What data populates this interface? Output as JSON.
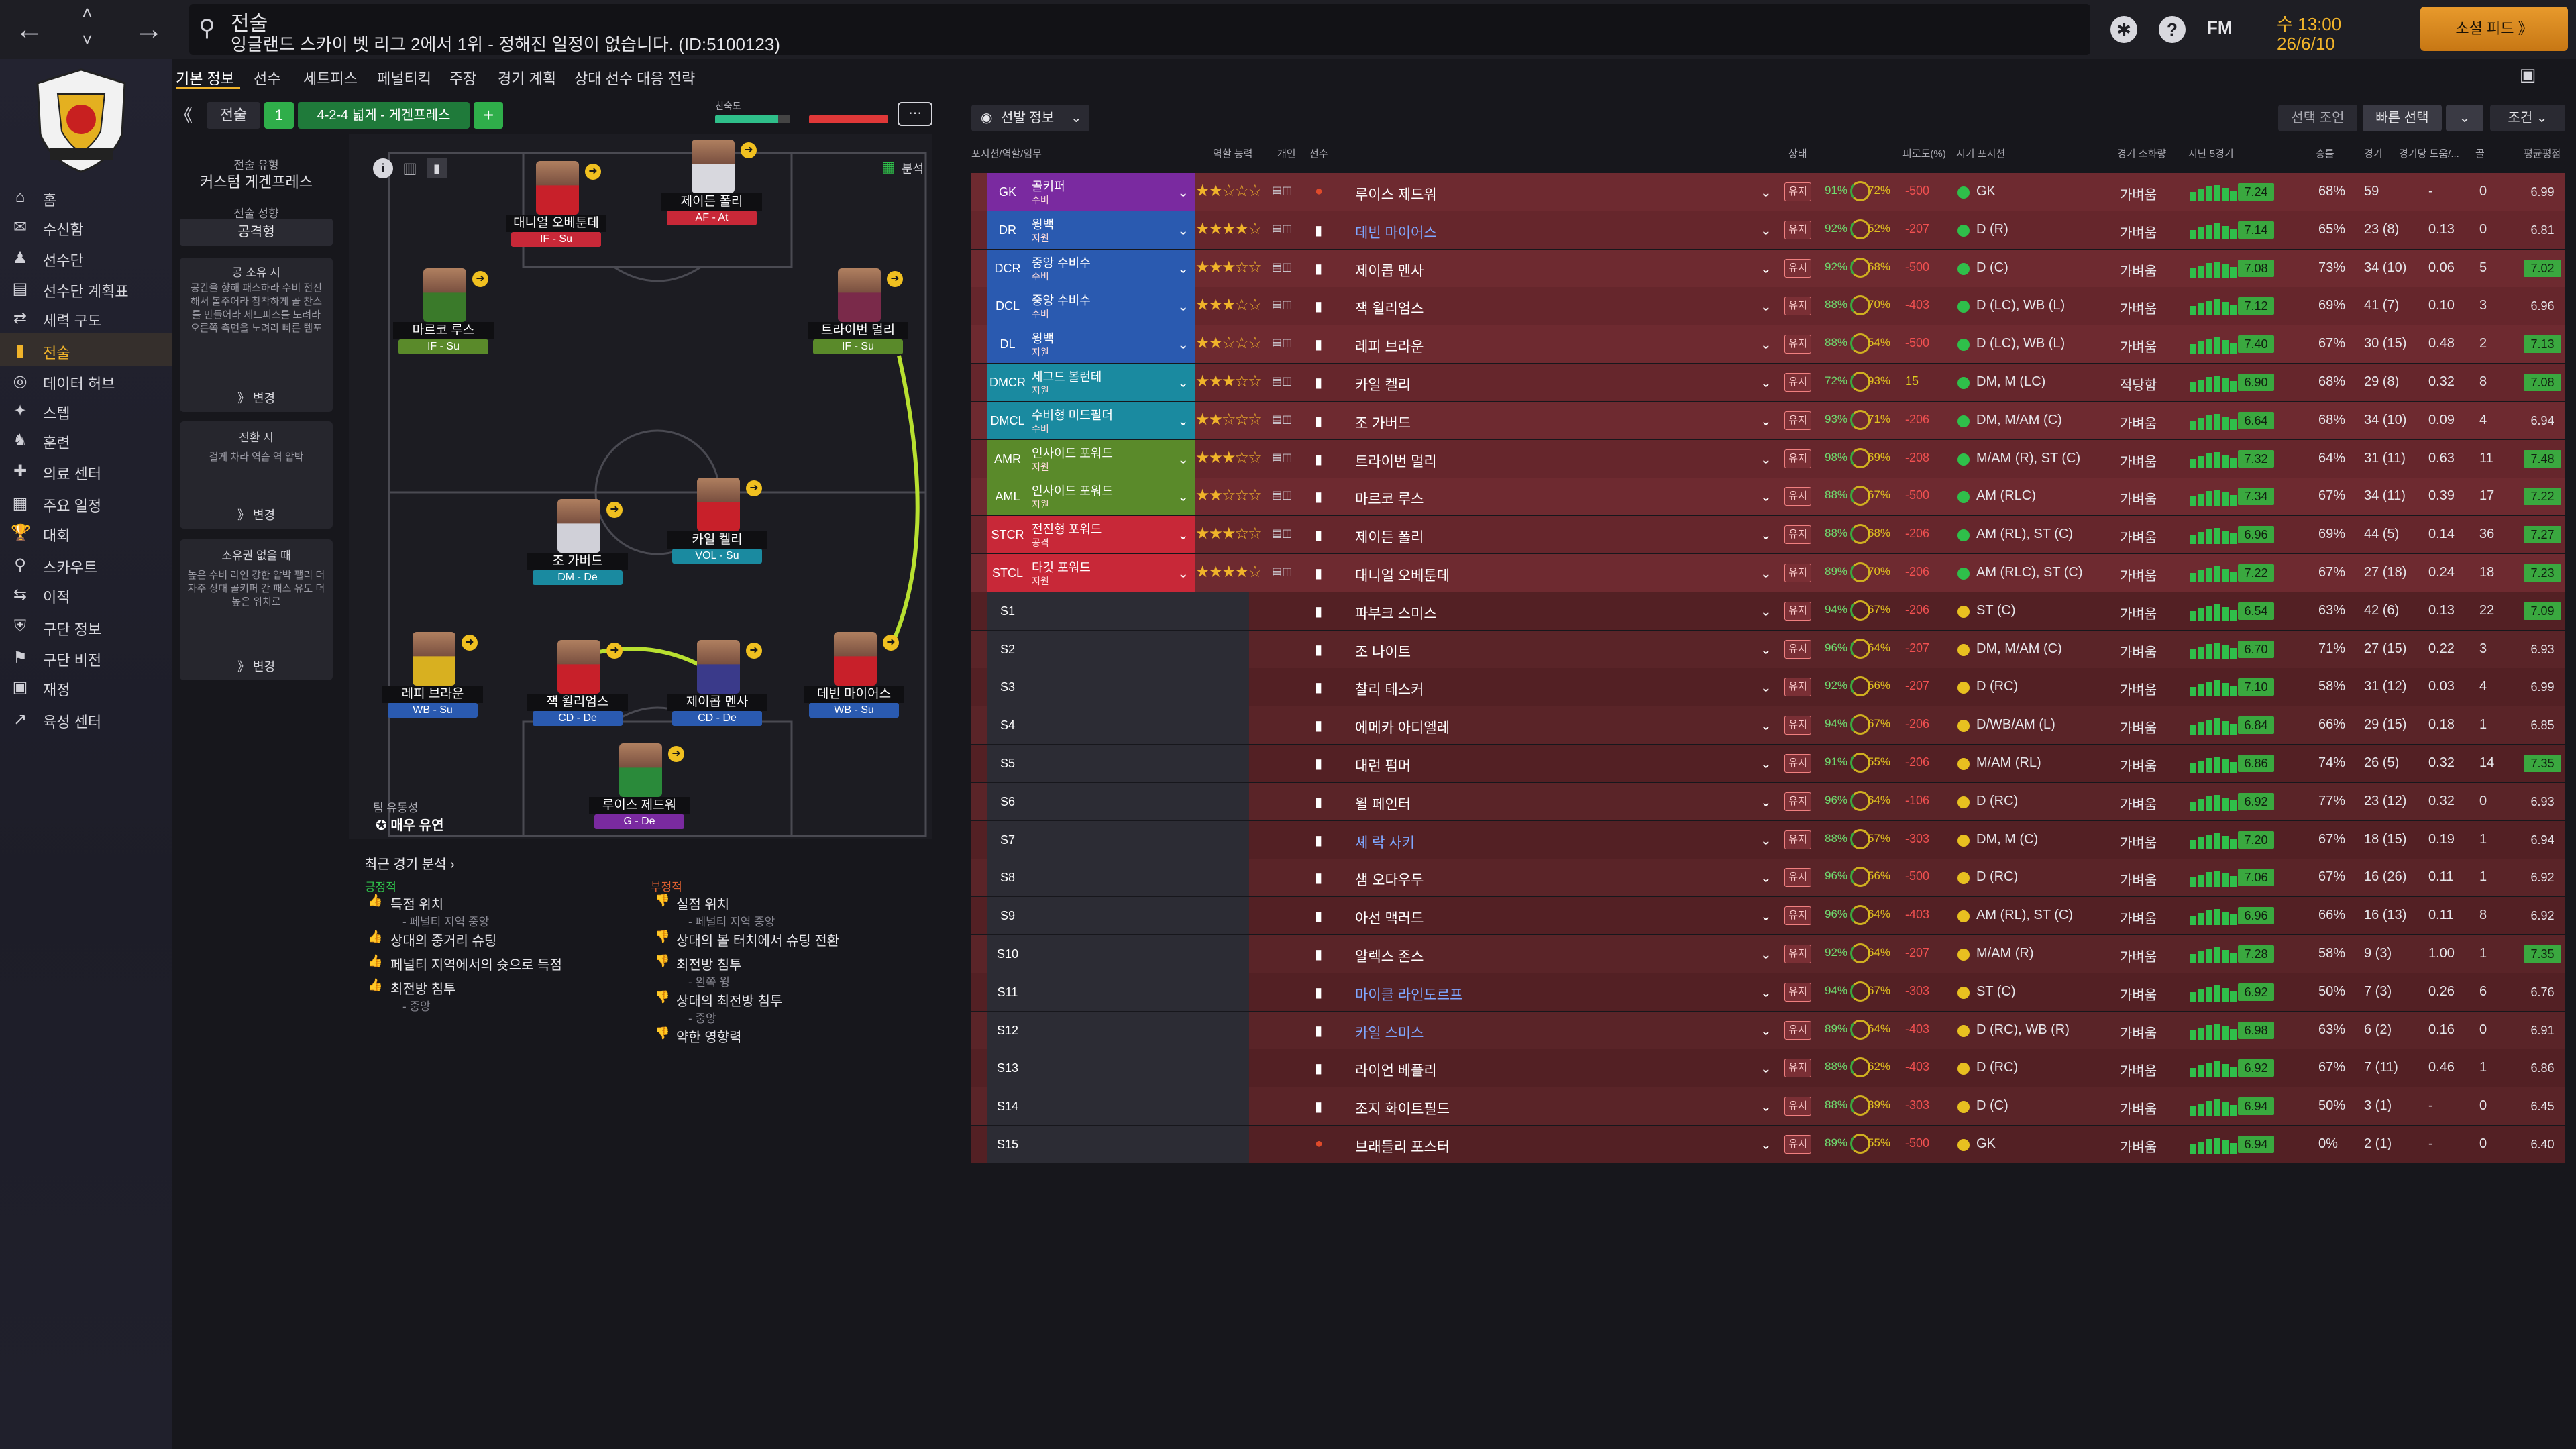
{
  "header": {
    "title": "전술",
    "subtitle": "잉글랜드 스카이 벳 리그 2에서 1위 - 정해진 일정이 없습니다. (ID:5100123)",
    "fm_logo": "FM",
    "time": "수 13:00",
    "date": "26/6/10",
    "continue_label": "소셜 피드 》"
  },
  "sidebar": {
    "items": [
      {
        "label": "홈",
        "icon": "home-icon"
      },
      {
        "label": "수신함",
        "icon": "inbox-icon"
      },
      {
        "label": "선수단",
        "icon": "squad-icon"
      },
      {
        "label": "선수단 계획표",
        "icon": "squad-plan-icon"
      },
      {
        "label": "세력 구도",
        "icon": "dynamics-icon"
      },
      {
        "label": "전술",
        "icon": "tactics-icon"
      },
      {
        "label": "데이터 허브",
        "icon": "data-hub-icon"
      },
      {
        "label": "스텝",
        "icon": "staff-icon"
      },
      {
        "label": "훈련",
        "icon": "training-icon"
      },
      {
        "label": "의료 센터",
        "icon": "medical-icon"
      },
      {
        "label": "주요 일정",
        "icon": "schedule-icon"
      },
      {
        "label": "대회",
        "icon": "competitions-icon"
      },
      {
        "label": "스카우트",
        "icon": "scouting-icon"
      },
      {
        "label": "이적",
        "icon": "transfers-icon"
      },
      {
        "label": "구단 정보",
        "icon": "club-info-icon"
      },
      {
        "label": "구단 비전",
        "icon": "club-vision-icon"
      },
      {
        "label": "재정",
        "icon": "finances-icon"
      },
      {
        "label": "육성 센터",
        "icon": "development-icon"
      }
    ]
  },
  "tabs": [
    "기본 정보",
    "선수",
    "세트피스",
    "페널티킥",
    "주장",
    "경기 계획",
    "상대 선수 대응 전략"
  ],
  "tactic_bar": {
    "back": "《",
    "label": "전술",
    "slot": "1",
    "formation": "4-2-4 넓게 - 게겐프레스",
    "add": "+",
    "familiarity_label": "친숙도",
    "analysis_label": "분석"
  },
  "left_panel": {
    "style_label": "전술 유형",
    "style_value": "커스텀 게겐프레스",
    "mentality_label": "전술 성향",
    "mentality_value": "공격형",
    "in_possession_title": "공 소유 시",
    "in_possession_body": "공간을 향해 패스하라 수비 전진해서 볼주어라 참착하게 골 찬스를 만들어라 세트피스를 노려라 오른쪽 측면을 노려라 빠른 템포",
    "in_transition_title": "전환 시",
    "in_transition_body": "걸게 차라 역습 역 압박",
    "out_possession_title": "소유권 없을 때",
    "out_possession_body": "높은 수비 라인 강한 압박 팰리 더 자주 상대 골키퍼 간 패스 유도 더 높은 위치로",
    "change_label": "》 변경",
    "team_fluidity_label": "팀 유동성",
    "team_fluidity_value": "매우 유연"
  },
  "players": [
    {
      "name": "대니얼 오베툰데",
      "role": "IF - Su",
      "role_color": "#c82838"
    },
    {
      "name": "제이든 폴리",
      "role": "AF - At",
      "role_color": "#c82838"
    },
    {
      "name": "마르코 루스",
      "role": "IF - Su",
      "role_color": "#5a8a2a"
    },
    {
      "name": "트라이번 멀리",
      "role": "IF - Su",
      "role_color": "#5a8a2a"
    },
    {
      "name": "조 가버드",
      "role": "DM - De",
      "role_color": "#1a8aa0"
    },
    {
      "name": "카일 켈리",
      "role": "VOL - Su",
      "role_color": "#1a8aa0"
    },
    {
      "name": "레피 브라운",
      "role": "WB - Su",
      "role_color": "#2a5ab0"
    },
    {
      "name": "잭 윌리엄스",
      "role": "CD - De",
      "role_color": "#2a5ab0"
    },
    {
      "name": "제이콥 멘사",
      "role": "CD - De",
      "role_color": "#2a5ab0"
    },
    {
      "name": "데빈 마이어스",
      "role": "WB - Su",
      "role_color": "#2a5ab0"
    },
    {
      "name": "루이스 제드워",
      "role": "G - De",
      "role_color": "#7a2aa0"
    }
  ],
  "analysis": {
    "title": "최근 경기 분석 ›",
    "positive_title": "긍정적",
    "negative_title": "부정적",
    "positives": [
      {
        "label": "득점 위치",
        "sub": "- 페널티 지역 중앙"
      },
      {
        "label": "상대의 중거리 슈팅",
        "sub": ""
      },
      {
        "label": "페널티 지역에서의 슛으로 득점",
        "sub": ""
      },
      {
        "label": "최전방 침투",
        "sub": "- 중앙"
      }
    ],
    "negatives": [
      {
        "label": "실점 위치",
        "sub": "- 페널티 지역 중앙"
      },
      {
        "label": "상대의 볼 터치에서 슈팅 전환",
        "sub": ""
      },
      {
        "label": "최전방 침투",
        "sub": "- 왼쪽 윙"
      },
      {
        "label": "상대의 최전방 침투",
        "sub": "- 중앙"
      },
      {
        "label": "약한 영향력",
        "sub": ""
      }
    ]
  },
  "table": {
    "selection_label": "선발 정보",
    "filter_btn1": "선택 조언",
    "filter_btn2": "빠른 선택",
    "filter_btn3": "조건",
    "headers": [
      "포지션/역할/임무",
      "역할 능력",
      "개인",
      "선수",
      "상태",
      "피로도(%)",
      "시기 포지션",
      "경기 소화량",
      "지난 5경기",
      "승률",
      "경기",
      "경기당 도움/...",
      "골",
      "평균평점"
    ],
    "rows": [
      {
        "pos": "GK",
        "role": "골키퍼",
        "duty": "수비",
        "color": "#7a2aa0",
        "stars": "★★☆☆☆",
        "name": "루이스 제드워",
        "link": false,
        "cond": "91%",
        "fit": "72%",
        "morale": "-500",
        "position": "GK",
        "dot": "green",
        "load": "가벼움",
        "rating": "7.24",
        "win": "68%",
        "apps": "59",
        "ast": "-",
        "goals": "0",
        "avg": "6.99"
      },
      {
        "pos": "DR",
        "role": "윙백",
        "duty": "지원",
        "color": "#2a5ab0",
        "stars": "★★★★☆",
        "name": "데빈 마이어스",
        "link": true,
        "cond": "92%",
        "fit": "52%",
        "morale": "-207",
        "position": "D (R)",
        "dot": "green",
        "load": "가벼움",
        "rating": "7.14",
        "win": "65%",
        "apps": "23 (8)",
        "ast": "0.13",
        "goals": "0",
        "avg": "6.81"
      },
      {
        "pos": "DCR",
        "role": "중앙 수비수",
        "duty": "수비",
        "color": "#2a5ab0",
        "stars": "★★★☆☆",
        "name": "제이콥 멘사",
        "link": false,
        "cond": "92%",
        "fit": "68%",
        "morale": "-500",
        "position": "D (C)",
        "dot": "green",
        "load": "가벼움",
        "rating": "7.08",
        "win": "73%",
        "apps": "34 (10)",
        "ast": "0.06",
        "goals": "5",
        "avg": "7.02"
      },
      {
        "pos": "DCL",
        "role": "중앙 수비수",
        "duty": "수비",
        "color": "#2a5ab0",
        "stars": "★★★☆☆",
        "name": "잭 윌리엄스",
        "link": false,
        "cond": "88%",
        "fit": "70%",
        "morale": "-403",
        "position": "D (LC), WB (L)",
        "dot": "green",
        "load": "가벼움",
        "rating": "7.12",
        "win": "69%",
        "apps": "41 (7)",
        "ast": "0.10",
        "goals": "3",
        "avg": "6.96"
      },
      {
        "pos": "DL",
        "role": "윙백",
        "duty": "지원",
        "color": "#2a5ab0",
        "stars": "★★☆☆☆",
        "name": "레피 브라운",
        "link": false,
        "cond": "88%",
        "fit": "54%",
        "morale": "-500",
        "position": "D (LC), WB (L)",
        "dot": "green",
        "load": "가벼움",
        "rating": "7.40",
        "win": "67%",
        "apps": "30 (15)",
        "ast": "0.48",
        "goals": "2",
        "avg": "7.13"
      },
      {
        "pos": "DMCR",
        "role": "세그드 볼런테",
        "duty": "지원",
        "color": "#1a8aa0",
        "stars": "★★★☆☆",
        "name": "카일 켈리",
        "link": false,
        "cond": "72%",
        "fit": "93%",
        "morale": "15",
        "position": "DM, M (LC)",
        "dot": "green",
        "load": "적당함",
        "rating": "6.90",
        "win": "68%",
        "apps": "29 (8)",
        "ast": "0.32",
        "goals": "8",
        "avg": "7.08"
      },
      {
        "pos": "DMCL",
        "role": "수비형 미드필더",
        "duty": "수비",
        "color": "#1a8aa0",
        "stars": "★★☆☆☆",
        "name": "조 가버드",
        "link": false,
        "cond": "93%",
        "fit": "71%",
        "morale": "-206",
        "position": "DM, M/AM (C)",
        "dot": "green",
        "load": "가벼움",
        "rating": "6.64",
        "win": "68%",
        "apps": "34 (10)",
        "ast": "0.09",
        "goals": "4",
        "avg": "6.94"
      },
      {
        "pos": "AMR",
        "role": "인사이드 포워드",
        "duty": "지원",
        "color": "#5a8a2a",
        "stars": "★★★☆☆",
        "name": "트라이번 멀리",
        "link": false,
        "cond": "98%",
        "fit": "69%",
        "morale": "-208",
        "position": "M/AM (R), ST (C)",
        "dot": "green",
        "load": "가벼움",
        "rating": "7.32",
        "win": "64%",
        "apps": "31 (11)",
        "ast": "0.63",
        "goals": "11",
        "avg": "7.48"
      },
      {
        "pos": "AML",
        "role": "인사이드 포워드",
        "duty": "지원",
        "color": "#5a8a2a",
        "stars": "★★☆☆☆",
        "name": "마르코 루스",
        "link": false,
        "cond": "88%",
        "fit": "67%",
        "morale": "-500",
        "position": "AM (RLC)",
        "dot": "green",
        "load": "가벼움",
        "rating": "7.34",
        "win": "67%",
        "apps": "34 (11)",
        "ast": "0.39",
        "goals": "17",
        "avg": "7.22"
      },
      {
        "pos": "STCR",
        "role": "전진형 포워드",
        "duty": "공격",
        "color": "#c82838",
        "stars": "★★★☆☆",
        "name": "제이든 폴리",
        "link": false,
        "cond": "88%",
        "fit": "68%",
        "morale": "-206",
        "position": "AM (RL), ST (C)",
        "dot": "green",
        "load": "가벼움",
        "rating": "6.96",
        "win": "69%",
        "apps": "44 (5)",
        "ast": "0.14",
        "goals": "36",
        "avg": "7.27"
      },
      {
        "pos": "STCL",
        "role": "타깃 포워드",
        "duty": "지원",
        "color": "#c82838",
        "stars": "★★★★☆",
        "name": "대니얼 오베툰데",
        "link": false,
        "cond": "89%",
        "fit": "70%",
        "morale": "-206",
        "position": "AM (RLC), ST (C)",
        "dot": "green",
        "load": "가벼움",
        "rating": "7.22",
        "win": "67%",
        "apps": "27 (18)",
        "ast": "0.24",
        "goals": "18",
        "avg": "7.23"
      },
      {
        "pos": "S1",
        "role": "",
        "duty": "",
        "color": "",
        "stars": "",
        "name": "파부크 스미스",
        "link": false,
        "cond": "94%",
        "fit": "67%",
        "morale": "-206",
        "position": "ST (C)",
        "dot": "yellow",
        "load": "가벼움",
        "rating": "6.54",
        "win": "63%",
        "apps": "42 (6)",
        "ast": "0.13",
        "goals": "22",
        "avg": "7.09"
      },
      {
        "pos": "S2",
        "role": "",
        "duty": "",
        "color": "",
        "stars": "",
        "name": "조 나이트",
        "link": false,
        "cond": "96%",
        "fit": "64%",
        "morale": "-207",
        "position": "DM, M/AM (C)",
        "dot": "yellow",
        "load": "가벼움",
        "rating": "6.70",
        "win": "71%",
        "apps": "27 (15)",
        "ast": "0.22",
        "goals": "3",
        "avg": "6.93"
      },
      {
        "pos": "S3",
        "role": "",
        "duty": "",
        "color": "",
        "stars": "",
        "name": "찰리 테스커",
        "link": false,
        "cond": "92%",
        "fit": "56%",
        "morale": "-207",
        "position": "D (RC)",
        "dot": "yellow",
        "load": "가벼움",
        "rating": "7.10",
        "win": "58%",
        "apps": "31 (12)",
        "ast": "0.03",
        "goals": "4",
        "avg": "6.99"
      },
      {
        "pos": "S4",
        "role": "",
        "duty": "",
        "color": "",
        "stars": "",
        "name": "에메카 아디엘레",
        "link": false,
        "cond": "94%",
        "fit": "67%",
        "morale": "-206",
        "position": "D/WB/AM (L)",
        "dot": "yellow",
        "load": "가벼움",
        "rating": "6.84",
        "win": "66%",
        "apps": "29 (15)",
        "ast": "0.18",
        "goals": "1",
        "avg": "6.85"
      },
      {
        "pos": "S5",
        "role": "",
        "duty": "",
        "color": "",
        "stars": "",
        "name": "대런 펌머",
        "link": false,
        "cond": "91%",
        "fit": "55%",
        "morale": "-206",
        "position": "M/AM (RL)",
        "dot": "yellow",
        "load": "가벼움",
        "rating": "6.86",
        "win": "74%",
        "apps": "26 (5)",
        "ast": "0.32",
        "goals": "14",
        "avg": "7.35"
      },
      {
        "pos": "S6",
        "role": "",
        "duty": "",
        "color": "",
        "stars": "",
        "name": "윌 페인터",
        "link": false,
        "cond": "96%",
        "fit": "64%",
        "morale": "-106",
        "position": "D (RC)",
        "dot": "yellow",
        "load": "가벼움",
        "rating": "6.92",
        "win": "77%",
        "apps": "23 (12)",
        "ast": "0.32",
        "goals": "0",
        "avg": "6.93"
      },
      {
        "pos": "S7",
        "role": "",
        "duty": "",
        "color": "",
        "stars": "",
        "name": "셰 락 사키",
        "link": true,
        "cond": "88%",
        "fit": "57%",
        "morale": "-303",
        "position": "DM, M (C)",
        "dot": "yellow",
        "load": "가벼움",
        "rating": "7.20",
        "win": "67%",
        "apps": "18 (15)",
        "ast": "0.19",
        "goals": "1",
        "avg": "6.94"
      },
      {
        "pos": "S8",
        "role": "",
        "duty": "",
        "color": "",
        "stars": "",
        "name": "샘 오다우두",
        "link": false,
        "cond": "96%",
        "fit": "56%",
        "morale": "-500",
        "position": "D (RC)",
        "dot": "yellow",
        "load": "가벼움",
        "rating": "7.06",
        "win": "67%",
        "apps": "16 (26)",
        "ast": "0.11",
        "goals": "1",
        "avg": "6.92"
      },
      {
        "pos": "S9",
        "role": "",
        "duty": "",
        "color": "",
        "stars": "",
        "name": "아선 맥러드",
        "link": false,
        "cond": "96%",
        "fit": "64%",
        "morale": "-403",
        "position": "AM (RL), ST (C)",
        "dot": "yellow",
        "load": "가벼움",
        "rating": "6.96",
        "win": "66%",
        "apps": "16 (13)",
        "ast": "0.11",
        "goals": "8",
        "avg": "6.92"
      },
      {
        "pos": "S10",
        "role": "",
        "duty": "",
        "color": "",
        "stars": "",
        "name": "알렉스 존스",
        "link": false,
        "cond": "92%",
        "fit": "64%",
        "morale": "-207",
        "position": "M/AM (R)",
        "dot": "yellow",
        "load": "가벼움",
        "rating": "7.28",
        "win": "58%",
        "apps": "9 (3)",
        "ast": "1.00",
        "goals": "1",
        "avg": "7.35"
      },
      {
        "pos": "S11",
        "role": "",
        "duty": "",
        "color": "",
        "stars": "",
        "name": "마이클 라인도르프",
        "link": true,
        "cond": "94%",
        "fit": "67%",
        "morale": "-303",
        "position": "ST (C)",
        "dot": "yellow",
        "load": "가벼움",
        "rating": "6.92",
        "win": "50%",
        "apps": "7 (3)",
        "ast": "0.26",
        "goals": "6",
        "avg": "6.76"
      },
      {
        "pos": "S12",
        "role": "",
        "duty": "",
        "color": "",
        "stars": "",
        "name": "카일 스미스",
        "link": true,
        "cond": "89%",
        "fit": "64%",
        "morale": "-403",
        "position": "D (RC), WB (R)",
        "dot": "yellow",
        "load": "가벼움",
        "rating": "6.98",
        "win": "63%",
        "apps": "6 (2)",
        "ast": "0.16",
        "goals": "0",
        "avg": "6.91"
      },
      {
        "pos": "S13",
        "role": "",
        "duty": "",
        "color": "",
        "stars": "",
        "name": "라이언 베플리",
        "link": false,
        "cond": "88%",
        "fit": "62%",
        "morale": "-403",
        "position": "D (RC)",
        "dot": "yellow",
        "load": "가벼움",
        "rating": "6.92",
        "win": "67%",
        "apps": "7 (11)",
        "ast": "0.46",
        "goals": "1",
        "avg": "6.86"
      },
      {
        "pos": "S14",
        "role": "",
        "duty": "",
        "color": "",
        "stars": "",
        "name": "조지 화이트필드",
        "link": false,
        "cond": "88%",
        "fit": "39%",
        "morale": "-303",
        "position": "D (C)",
        "dot": "yellow",
        "load": "가벼움",
        "rating": "6.94",
        "win": "50%",
        "apps": "3 (1)",
        "ast": "-",
        "goals": "0",
        "avg": "6.45"
      },
      {
        "pos": "S15",
        "role": "",
        "duty": "",
        "color": "",
        "stars": "",
        "name": "브래들리 포스터",
        "link": false,
        "cond": "89%",
        "fit": "55%",
        "morale": "-500",
        "position": "GK",
        "dot": "yellow",
        "load": "가벼움",
        "rating": "6.94",
        "win": "0%",
        "apps": "2 (1)",
        "ast": "-",
        "goals": "0",
        "avg": "6.40"
      }
    ],
    "badge_label": "유지"
  }
}
